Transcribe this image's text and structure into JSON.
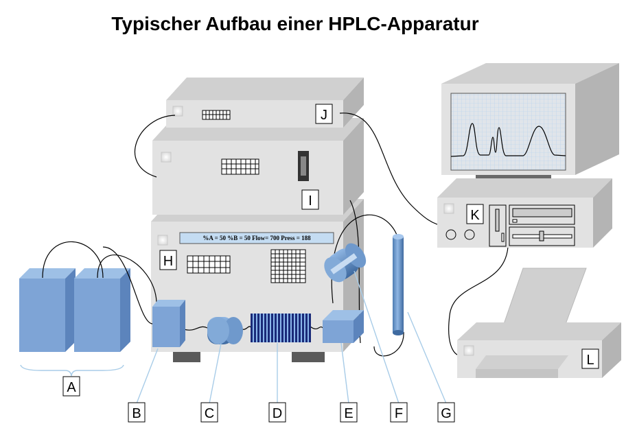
{
  "title": "Typischer Aufbau einer HPLC-Apparatur",
  "display_text": "%A = 50   %B = 50   Flow= 700   Press = 188",
  "labels": {
    "A": "A",
    "B": "B",
    "C": "C",
    "D": "D",
    "E": "E",
    "F": "F",
    "G": "G",
    "H": "H",
    "I": "I",
    "J": "J",
    "K": "K",
    "L": "L"
  },
  "colors": {
    "box_front": "#e2e2e2",
    "box_top": "#d0d0d0",
    "box_side": "#b4b4b4",
    "blue_front": "#7ea4d6",
    "blue_top": "#9ec0e6",
    "blue_side": "#5c84bc",
    "pointer": "#a8cce8",
    "screen": "#dceaf8",
    "display_bg": "#c4dcf2"
  }
}
